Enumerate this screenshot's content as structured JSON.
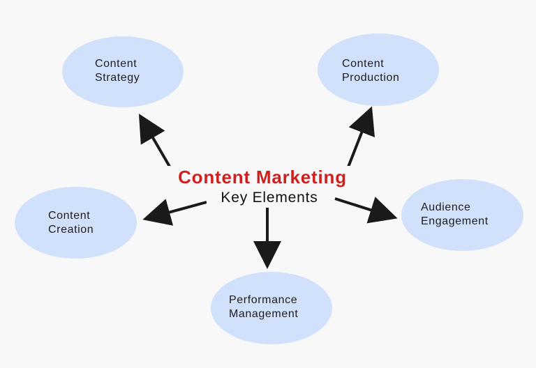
{
  "center": {
    "title": "Content Marketing",
    "subtitle": "Key Elements"
  },
  "nodes": [
    {
      "id": "content-strategy",
      "label": "Content\nStrategy"
    },
    {
      "id": "content-production",
      "label": "Content\nProduction"
    },
    {
      "id": "content-creation",
      "label": "Content\nCreation"
    },
    {
      "id": "audience-engagement",
      "label": "Audience\nEngagement"
    },
    {
      "id": "performance-management",
      "label": "Performance\nManagement"
    }
  ],
  "colors": {
    "node_fill": "#d2e1fb",
    "title_red": "#cf1f1f",
    "arrow": "#1a1a1a",
    "background": "#f8f8f8"
  }
}
